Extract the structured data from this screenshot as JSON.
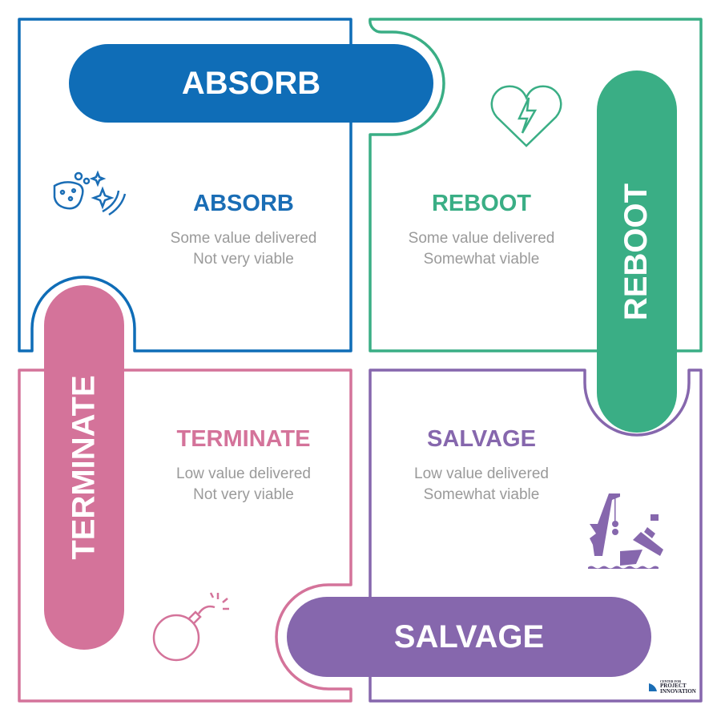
{
  "colors": {
    "absorb": "#0f6db7",
    "reboot": "#3aae85",
    "terminate": "#d4739a",
    "salvage": "#8667ad",
    "subtext": "#9a9a9a"
  },
  "pills": {
    "absorb": "ABSORB",
    "reboot": "REBOOT",
    "terminate": "TERMINATE",
    "salvage": "SALVAGE"
  },
  "quadrants": [
    {
      "title": "ABSORB",
      "line1": "Some value delivered",
      "line2": "Not very viable",
      "icon": "sponge-icon"
    },
    {
      "title": "REBOOT",
      "line1": "Some value delivered",
      "line2": "Somewhat viable",
      "icon": "heart-lightning-icon"
    },
    {
      "title": "TERMINATE",
      "line1": "Low value delivered",
      "line2": "Not very viable",
      "icon": "bomb-icon"
    },
    {
      "title": "SALVAGE",
      "line1": "Low value delivered",
      "line2": "Somewhat viable",
      "icon": "shipwreck-crane-icon"
    }
  ],
  "logo": {
    "line1": "CENTER FOR",
    "line2": "PROJECT",
    "line3": "INNOVATION"
  }
}
